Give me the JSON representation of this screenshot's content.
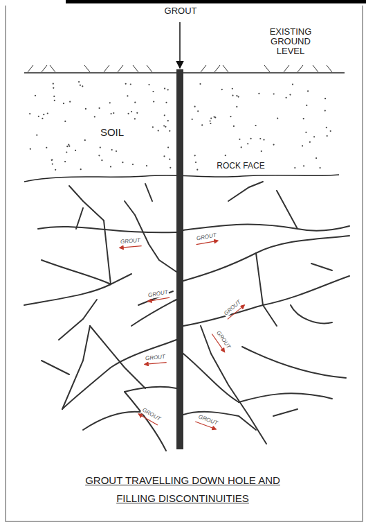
{
  "diagram": {
    "caption": "GROUT TRAVELLING DOWN HOLE AND FILLING DISCONTINUITIES",
    "labels": [
      "GROUT",
      "EXISTING GROUND LEVEL",
      "SOIL",
      "ROCK FACE",
      "GROUT",
      "GROUT",
      "GROUT",
      "GROUT",
      "GROUT",
      "GROUT",
      "GROUT",
      "GROUT"
    ]
  }
}
